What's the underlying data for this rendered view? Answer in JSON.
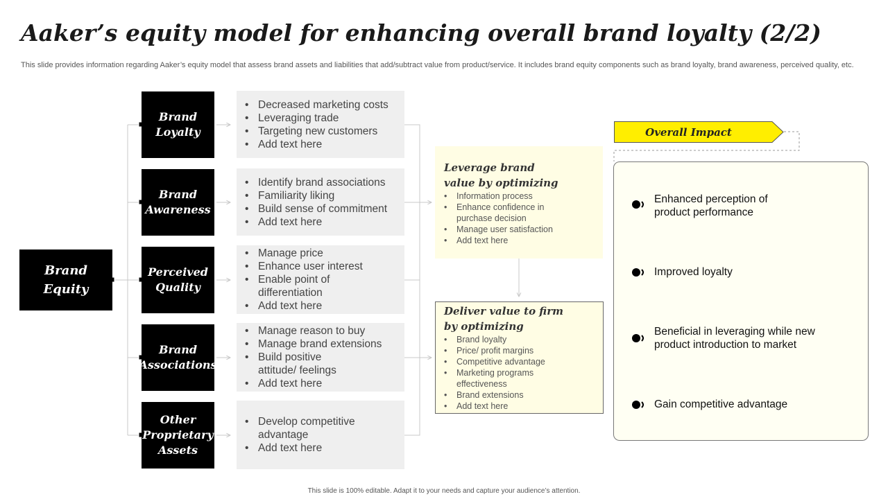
{
  "title": "Aaker’s equity model for enhancing overall brand loyalty (2/2)",
  "subtitle": "This slide provides information regarding Aaker’s equity model that assess brand assets and liabilities that add/subtract value from product/service. It includes brand equity components such as brand loyalty, brand awareness, perceived quality, etc.",
  "root": "Brand\nEquity",
  "categories": [
    {
      "label": "Brand\nLoyalty",
      "items": [
        "Decreased marketing costs",
        "Leveraging trade",
        "Targeting new customers",
        "Add text here"
      ]
    },
    {
      "label": "Brand\nAwareness",
      "items": [
        "Identify brand associations",
        "Familiarity liking",
        "Build sense of commitment",
        "Add text here"
      ]
    },
    {
      "label": "Perceived\nQuality",
      "items": [
        "Manage price",
        "Enhance user interest",
        "Enable point of differentiation",
        "Add text here"
      ]
    },
    {
      "label": "Brand\nAssociations",
      "items": [
        "Manage reason to buy",
        "Manage brand extensions",
        "Build positive attitude/ feelings",
        "Add text here"
      ]
    },
    {
      "label": "Other\nProprietary\nAssets",
      "items": [
        "Develop competitive advantage",
        "Add text here"
      ]
    }
  ],
  "leverage": {
    "heading": "Leverage brand value by optimizing",
    "items": [
      "Information process",
      "Enhance confidence in purchase decision",
      "Manage user satisfaction",
      "Add text here"
    ]
  },
  "deliver": {
    "heading": "Deliver value to firm by optimizing",
    "items": [
      "Brand loyalty",
      "Price/ profit margins",
      "Competitive advantage",
      "Marketing programs effectiveness",
      "Brand extensions",
      "Add text here"
    ]
  },
  "overall_impact": {
    "label": "Overall Impact",
    "items": [
      "Enhanced perception of product performance",
      "Improved loyalty",
      "Beneficial in leveraging while new product introduction to market",
      "Gain competitive advantage"
    ]
  },
  "footer": "This slide is 100% editable. Adapt it to your needs and capture your audience’s attention.",
  "colors": {
    "accent_yellow": "#ffee00",
    "box_black": "#000000",
    "box_grey": "#efefef",
    "box_cream": "#fffde4"
  },
  "icons": {
    "impact_item": "target-dot-icon"
  }
}
